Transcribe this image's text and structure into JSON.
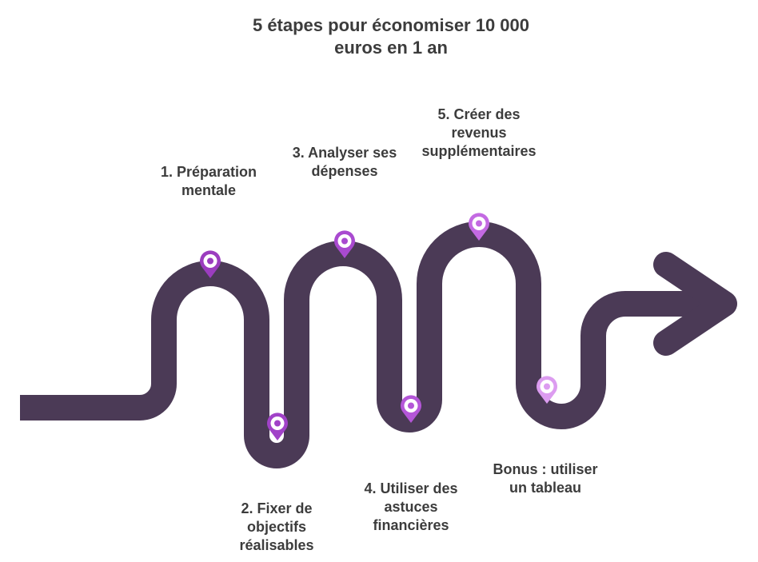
{
  "title": {
    "line1": "5 étapes pour économiser 10 000",
    "line2": "euros en 1 an"
  },
  "colors": {
    "road": "#4b3a56",
    "pin_1": "#9b3dbf",
    "pin_2": "#a142c8",
    "pin_3": "#a94ad0",
    "pin_4": "#b456d8",
    "pin_5": "#c36ae2",
    "pin_bonus": "#dc9cf0",
    "text": "#3c3c3c"
  },
  "steps": [
    {
      "icon": "location-pin-icon",
      "lines": [
        "1. Préparation",
        "mentale"
      ]
    },
    {
      "icon": "location-pin-icon",
      "lines": [
        "2. Fixer de",
        "objectifs",
        "réalisables"
      ]
    },
    {
      "icon": "location-pin-icon",
      "lines": [
        "3. Analyser ses",
        "dépenses"
      ]
    },
    {
      "icon": "location-pin-icon",
      "lines": [
        "4. Utiliser des",
        "astuces",
        "financières"
      ]
    },
    {
      "icon": "location-pin-icon",
      "lines": [
        "5. Créer des",
        "revenus",
        "supplémentaires"
      ]
    },
    {
      "icon": "location-pin-icon",
      "lines": [
        "Bonus : utiliser",
        "un tableau"
      ]
    }
  ]
}
